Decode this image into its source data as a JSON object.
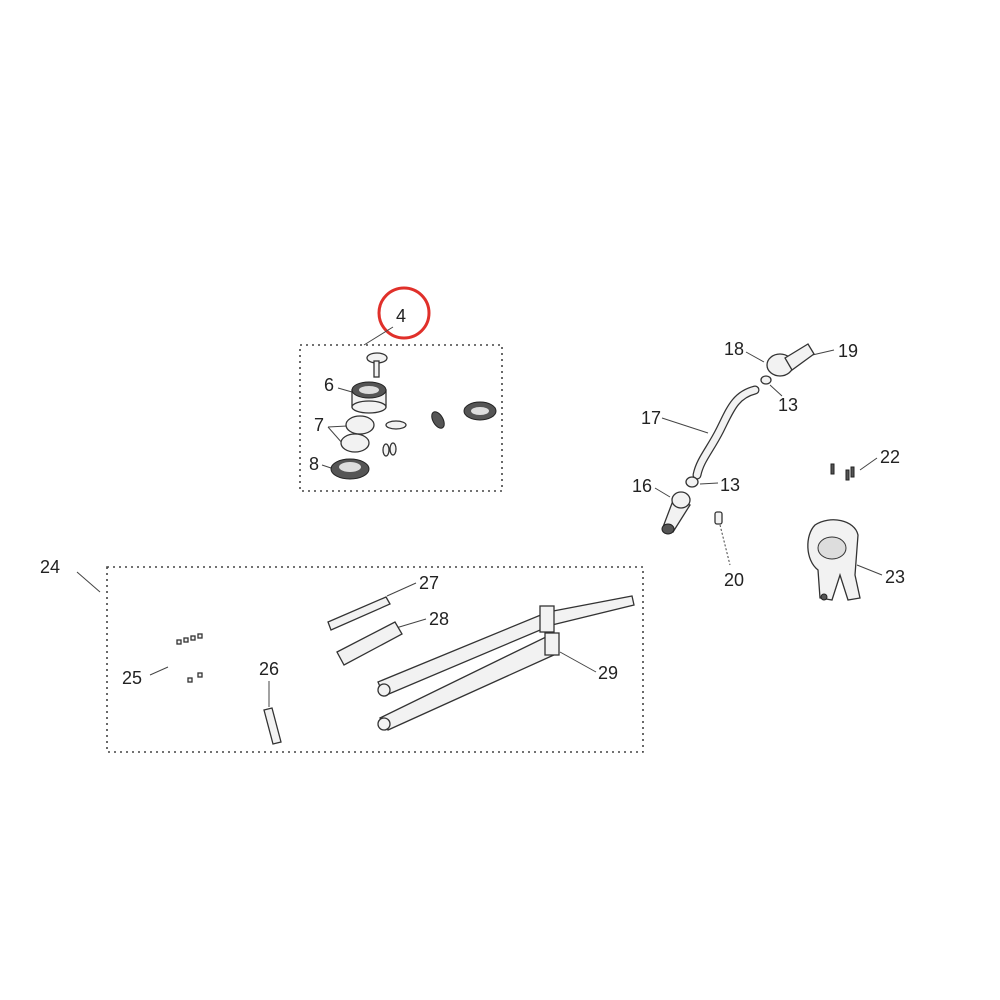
{
  "diagram": {
    "highlight_color": "#e0302a",
    "highlighted_callout": "4",
    "callouts": {
      "c4": "4",
      "c6": "6",
      "c7": "7",
      "c8": "8",
      "c13a": "13",
      "c13b": "13",
      "c16": "16",
      "c17": "17",
      "c18": "18",
      "c19": "19",
      "c20": "20",
      "c22": "22",
      "c23": "23",
      "c24": "24",
      "c25": "25",
      "c26": "26",
      "c27": "27",
      "c28": "28",
      "c29": "29"
    }
  }
}
